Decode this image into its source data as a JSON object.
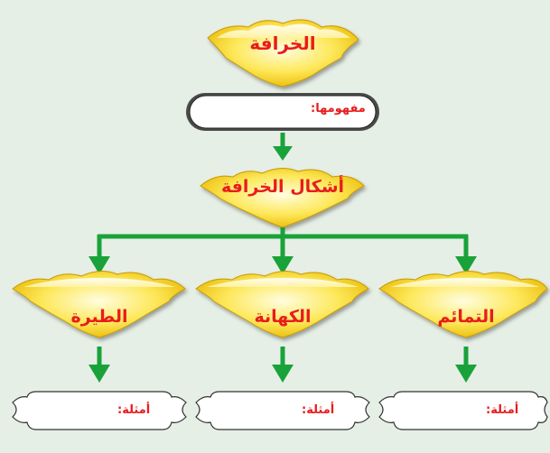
{
  "diagram": {
    "title": "الخرافة",
    "concept_label": "مفهومها:",
    "forms_label": "أشكال الخرافة",
    "forms": [
      {
        "name": "الطيرة",
        "examples_label": "أمثلة:"
      },
      {
        "name": "الكهانة",
        "examples_label": "أمثلة:"
      },
      {
        "name": "التمائم",
        "examples_label": "أمثلة:"
      }
    ]
  },
  "colors": {
    "background": "#e6efe6",
    "arrow": "#1aa23a",
    "text": "#e81c1c",
    "shape_fill": "#f8d400"
  }
}
